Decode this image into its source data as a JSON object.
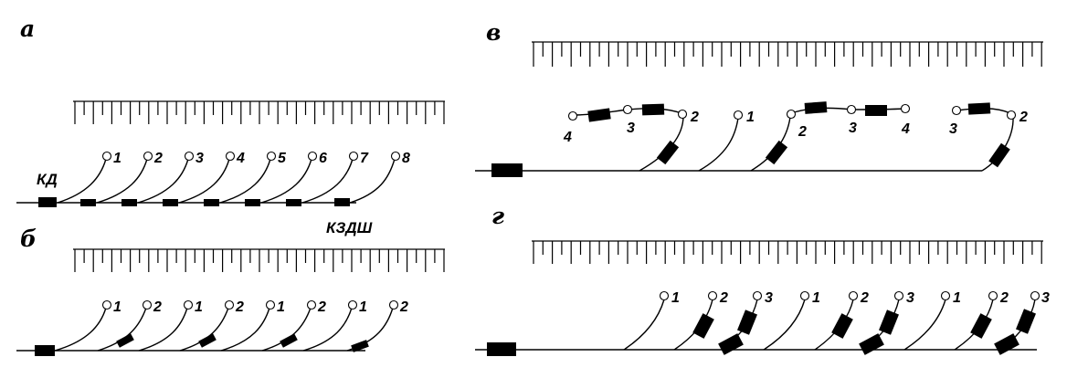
{
  "panels": [
    {
      "id": "a",
      "letter": "а",
      "labels": {
        "kd": "КД",
        "kzdsh": "КЗДШ"
      },
      "connection_numbers": [
        "1",
        "2",
        "3",
        "4",
        "5",
        "6",
        "7",
        "8"
      ]
    },
    {
      "id": "b",
      "letter": "б",
      "connection_numbers": [
        "1",
        "2",
        "1",
        "2",
        "1",
        "2",
        "1",
        "2"
      ]
    },
    {
      "id": "v",
      "letter": "в",
      "connection_numbers": [
        "4",
        "3",
        "2",
        "1",
        "2",
        "3",
        "4",
        "3",
        "2"
      ]
    },
    {
      "id": "g",
      "letter": "г",
      "connection_numbers": [
        "1",
        "2",
        "3",
        "1",
        "2",
        "3",
        "1",
        "2",
        "3"
      ]
    }
  ]
}
